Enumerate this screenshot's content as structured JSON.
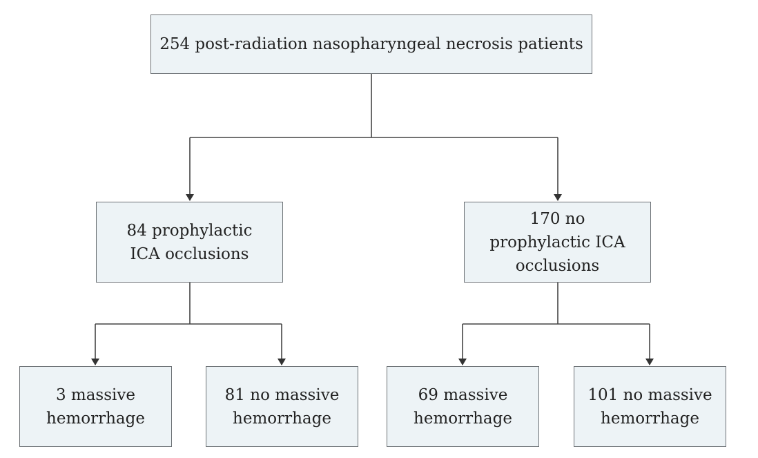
{
  "flowchart": {
    "root": {
      "label": "254 post-radiation nasopharyngeal necrosis patients"
    },
    "groups": [
      {
        "label": "84 prophylactic ICA occlusions"
      },
      {
        "label": "170 no prophylactic ICA occlusions"
      }
    ],
    "outcomes": [
      {
        "label": "3 massive hemorrhage"
      },
      {
        "label": "81 no massive hemorrhage"
      },
      {
        "label": "69 massive hemorrhage"
      },
      {
        "label": "101 no massive hemorrhage"
      }
    ]
  },
  "colors": {
    "box_fill": "#edf3f6",
    "box_border": "#6a6f73",
    "connector": "#444444",
    "text": "#222222"
  }
}
